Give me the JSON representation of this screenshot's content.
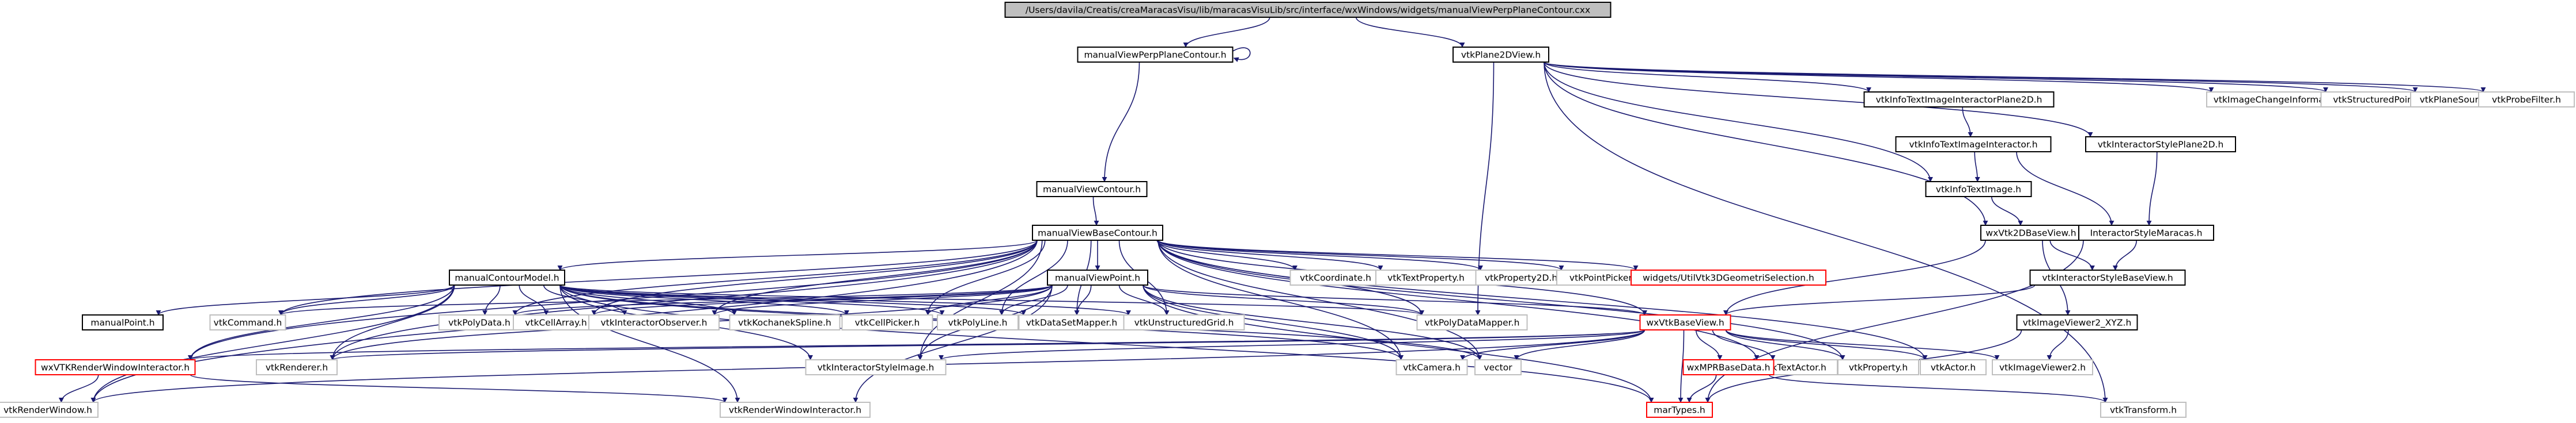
{
  "colors": {
    "edge": "#191970",
    "root_fill": "#bfbfbf",
    "root_stroke": "#000000",
    "node_stroke": "#000000",
    "external_stroke": "#bfbfbf",
    "missing_stroke": "#ff0000",
    "text": "#000000"
  },
  "nodes": [
    {
      "id": "root",
      "label": "/Users/davila/Creatis/creaMaracasVisu/lib/maracasVisuLib/src/interface/wxWindows/widgets/manualViewPerpPlaneContour.cxx",
      "kind": "root"
    },
    {
      "id": "mvppc",
      "label": "manualViewPerpPlaneContour.h",
      "kind": "doc"
    },
    {
      "id": "vtkPlane2DView",
      "label": "vtkPlane2DView.h",
      "kind": "doc"
    },
    {
      "id": "manualViewContour",
      "label": "manualViewContour.h",
      "kind": "doc"
    },
    {
      "id": "manualViewBaseContour",
      "label": "manualViewBaseContour.h",
      "kind": "doc"
    },
    {
      "id": "manualContourModel",
      "label": "manualContourModel.h",
      "kind": "doc"
    },
    {
      "id": "manualViewPoint",
      "label": "manualViewPoint.h",
      "kind": "doc"
    },
    {
      "id": "manualPoint",
      "label": "manualPoint.h",
      "kind": "doc"
    },
    {
      "id": "wxVTKRWI",
      "label": "wxVTKRenderWindowInteractor.h",
      "kind": "missing"
    },
    {
      "id": "vtkRenderWindow",
      "label": "vtkRenderWindow.h",
      "kind": "external"
    },
    {
      "id": "vtkCommand",
      "label": "vtkCommand.h",
      "kind": "external"
    },
    {
      "id": "vtkPolyData",
      "label": "vtkPolyData.h",
      "kind": "external"
    },
    {
      "id": "vtkCellArray",
      "label": "vtkCellArray.h",
      "kind": "external"
    },
    {
      "id": "vtkInteractorObserver",
      "label": "vtkInteractorObserver.h",
      "kind": "external"
    },
    {
      "id": "vtkKochanekSpline",
      "label": "vtkKochanekSpline.h",
      "kind": "external"
    },
    {
      "id": "vtkCellPicker",
      "label": "vtkCellPicker.h",
      "kind": "external"
    },
    {
      "id": "vtkPolyLine",
      "label": "vtkPolyLine.h",
      "kind": "external"
    },
    {
      "id": "vtkDataSetMapper",
      "label": "vtkDataSetMapper.h",
      "kind": "external"
    },
    {
      "id": "vtkUnstructuredGrid",
      "label": "vtkUnstructuredGrid.h",
      "kind": "external"
    },
    {
      "id": "vtkCoordinate",
      "label": "vtkCoordinate.h",
      "kind": "external"
    },
    {
      "id": "vtkTextProperty",
      "label": "vtkTextProperty.h",
      "kind": "external"
    },
    {
      "id": "vtkProperty2D",
      "label": "vtkProperty2D.h",
      "kind": "external"
    },
    {
      "id": "vtkPointPicker",
      "label": "vtkPointPicker.h",
      "kind": "external"
    },
    {
      "id": "widgetsUtil",
      "label": "widgets/UtilVtk3DGeometriSelection.h",
      "kind": "missing"
    },
    {
      "id": "vtkPolyDataMapper",
      "label": "vtkPolyDataMapper.h",
      "kind": "external"
    },
    {
      "id": "wxVtkBaseView",
      "label": "wxVtkBaseView.h",
      "kind": "missing"
    },
    {
      "id": "vtkRenderer",
      "label": "vtkRenderer.h",
      "kind": "external"
    },
    {
      "id": "vtkInteractorStyleImage",
      "label": "vtkInteractorStyleImage.h",
      "kind": "external"
    },
    {
      "id": "vtkCamera",
      "label": "vtkCamera.h",
      "kind": "external"
    },
    {
      "id": "vector",
      "label": "vector",
      "kind": "external"
    },
    {
      "id": "vtkTextActor",
      "label": "vtkTextActor.h",
      "kind": "external"
    },
    {
      "id": "vtkProperty",
      "label": "vtkProperty.h",
      "kind": "external"
    },
    {
      "id": "vtkActor",
      "label": "vtkActor.h",
      "kind": "external"
    },
    {
      "id": "vtkImageViewer2",
      "label": "vtkImageViewer2.h",
      "kind": "external"
    },
    {
      "id": "wxMPRBaseData",
      "label": "wxMPRBaseData.h",
      "kind": "missing"
    },
    {
      "id": "marTypes",
      "label": "marTypes.h",
      "kind": "missing"
    },
    {
      "id": "vtkRenderWindowInteractor",
      "label": "vtkRenderWindowInteractor.h",
      "kind": "external"
    },
    {
      "id": "vtkInfoTextImageInteractorPlane2D",
      "label": "vtkInfoTextImageInteractorPlane2D.h",
      "kind": "doc"
    },
    {
      "id": "vtkInfoTextImageInteractor",
      "label": "vtkInfoTextImageInteractor.h",
      "kind": "doc"
    },
    {
      "id": "vtkInfoTextImage",
      "label": "vtkInfoTextImage.h",
      "kind": "doc"
    },
    {
      "id": "wxVtk2DBaseView",
      "label": "wxVtk2DBaseView.h",
      "kind": "doc"
    },
    {
      "id": "vtkInteractorStyleBaseView",
      "label": "vtkInteractorStyleBaseView.h",
      "kind": "doc"
    },
    {
      "id": "vtkImageViewer2_XYZ",
      "label": "vtkImageViewer2_XYZ.h",
      "kind": "doc"
    },
    {
      "id": "InteractorStyleMaracas",
      "label": "InteractorStyleMaracas.h",
      "kind": "doc"
    },
    {
      "id": "vtkInteractorStylePlane2D",
      "label": "vtkInteractorStylePlane2D.h",
      "kind": "doc"
    },
    {
      "id": "vtkImageChangeInformation",
      "label": "vtkImageChangeInformation.h",
      "kind": "external"
    },
    {
      "id": "vtkStructuredPoints",
      "label": "vtkStructuredPoints.h",
      "kind": "external"
    },
    {
      "id": "vtkPlaneSource",
      "label": "vtkPlaneSource.h",
      "kind": "external"
    },
    {
      "id": "vtkProbeFilter",
      "label": "vtkProbeFilter.h",
      "kind": "external"
    },
    {
      "id": "vtkTransform",
      "label": "vtkTransform.h",
      "kind": "external"
    }
  ],
  "edges": [
    [
      "root",
      "mvppc"
    ],
    [
      "root",
      "vtkPlane2DView"
    ],
    [
      "mvppc",
      "mvppc"
    ],
    [
      "mvppc",
      "manualViewContour"
    ],
    [
      "manualViewContour",
      "manualViewBaseContour"
    ],
    [
      "manualViewBaseContour",
      "manualContourModel"
    ],
    [
      "manualViewBaseContour",
      "manualViewPoint"
    ],
    [
      "manualViewBaseContour",
      "vtkCoordinate"
    ],
    [
      "manualViewBaseContour",
      "vtkTextProperty"
    ],
    [
      "manualViewBaseContour",
      "vtkProperty2D"
    ],
    [
      "manualViewBaseContour",
      "vtkPointPicker"
    ],
    [
      "manualViewBaseContour",
      "widgetsUtil"
    ],
    [
      "manualViewBaseContour",
      "wxVtkBaseView"
    ],
    [
      "manualViewBaseContour",
      "vtkPolyData"
    ],
    [
      "manualViewBaseContour",
      "vtkCellArray"
    ],
    [
      "manualViewBaseContour",
      "vtkInteractorObserver"
    ],
    [
      "manualViewBaseContour",
      "vtkCellPicker"
    ],
    [
      "manualViewBaseContour",
      "vtkPolyLine"
    ],
    [
      "manualViewBaseContour",
      "vtkDataSetMapper"
    ],
    [
      "manualViewBaseContour",
      "vtkUnstructuredGrid"
    ],
    [
      "manualViewBaseContour",
      "vtkPolyDataMapper"
    ],
    [
      "manualViewBaseContour",
      "vtkRenderer"
    ],
    [
      "manualViewBaseContour",
      "vtkRenderWindow"
    ],
    [
      "manualViewBaseContour",
      "wxVTKRWI"
    ],
    [
      "manualViewBaseContour",
      "vtkCommand"
    ],
    [
      "manualViewBaseContour",
      "vtkTextActor"
    ],
    [
      "manualViewBaseContour",
      "vtkProperty"
    ],
    [
      "manualViewBaseContour",
      "vtkActor"
    ],
    [
      "manualViewBaseContour",
      "vtkCamera"
    ],
    [
      "manualViewBaseContour",
      "vector"
    ],
    [
      "manualViewBaseContour",
      "vtkInteractorStyleImage"
    ],
    [
      "manualContourModel",
      "manualPoint"
    ],
    [
      "manualContourModel",
      "wxVTKRWI"
    ],
    [
      "manualContourModel",
      "vtkRenderWindow"
    ],
    [
      "manualContourModel",
      "vtkCommand"
    ],
    [
      "manualContourModel",
      "vtkPolyData"
    ],
    [
      "manualContourModel",
      "vtkCellArray"
    ],
    [
      "manualContourModel",
      "vtkInteractorObserver"
    ],
    [
      "manualContourModel",
      "vtkKochanekSpline"
    ],
    [
      "manualContourModel",
      "vtkCellPicker"
    ],
    [
      "manualContourModel",
      "vtkPolyLine"
    ],
    [
      "manualContourModel",
      "vtkDataSetMapper"
    ],
    [
      "manualContourModel",
      "vtkUnstructuredGrid"
    ],
    [
      "manualContourModel",
      "vtkPolyDataMapper"
    ],
    [
      "manualContourModel",
      "vtkRenderer"
    ],
    [
      "manualContourModel",
      "vtkInteractorStyleImage"
    ],
    [
      "manualContourModel",
      "vtkCamera"
    ],
    [
      "manualContourModel",
      "vector"
    ],
    [
      "manualContourModel",
      "vtkRenderWindowInteractor"
    ],
    [
      "manualContourModel",
      "marTypes"
    ],
    [
      "manualViewPoint",
      "vtkCommand"
    ],
    [
      "manualViewPoint",
      "vtkPolyData"
    ],
    [
      "manualViewPoint",
      "vtkCellArray"
    ],
    [
      "manualViewPoint",
      "vtkInteractorObserver"
    ],
    [
      "manualViewPoint",
      "vtkCellPicker"
    ],
    [
      "manualViewPoint",
      "vtkPolyLine"
    ],
    [
      "manualViewPoint",
      "vtkDataSetMapper"
    ],
    [
      "manualViewPoint",
      "vtkUnstructuredGrid"
    ],
    [
      "manualViewPoint",
      "vtkPolyDataMapper"
    ],
    [
      "manualViewPoint",
      "wxVtkBaseView"
    ],
    [
      "manualViewPoint",
      "vtkRenderer"
    ],
    [
      "manualViewPoint",
      "vtkInteractorStyleImage"
    ],
    [
      "manualViewPoint",
      "vtkCamera"
    ],
    [
      "manualViewPoint",
      "vector"
    ],
    [
      "manualViewPoint",
      "vtkRenderWindowInteractor"
    ],
    [
      "manualViewPoint",
      "marTypes"
    ],
    [
      "wxVTKRWI",
      "vtkRenderWindow"
    ],
    [
      "wxVTKRWI",
      "vtkRenderWindowInteractor"
    ],
    [
      "wxVtkBaseView",
      "vtkRenderer"
    ],
    [
      "wxVtkBaseView",
      "vtkInteractorStyleImage"
    ],
    [
      "wxVtkBaseView",
      "vtkCamera"
    ],
    [
      "wxVtkBaseView",
      "vector"
    ],
    [
      "wxVtkBaseView",
      "vtkTextActor"
    ],
    [
      "wxVtkBaseView",
      "vtkProperty"
    ],
    [
      "wxVtkBaseView",
      "vtkActor"
    ],
    [
      "wxVtkBaseView",
      "vtkImageViewer2"
    ],
    [
      "wxVtkBaseView",
      "wxMPRBaseData"
    ],
    [
      "wxVtkBaseView",
      "marTypes"
    ],
    [
      "wxVtkBaseView",
      "vtkRenderWindow"
    ],
    [
      "wxVtkBaseView",
      "wxVTKRWI"
    ],
    [
      "wxMPRBaseData",
      "marTypes"
    ],
    [
      "wxMPRBaseData",
      "vtkTransform"
    ],
    [
      "vtkPlane2DView",
      "vtkInfoTextImageInteractorPlane2D"
    ],
    [
      "vtkPlane2DView",
      "vtkImageChangeInformation"
    ],
    [
      "vtkPlane2DView",
      "vtkStructuredPoints"
    ],
    [
      "vtkPlane2DView",
      "vtkPlaneSource"
    ],
    [
      "vtkPlane2DView",
      "vtkProbeFilter"
    ],
    [
      "vtkPlane2DView",
      "vtkInteractorStylePlane2D"
    ],
    [
      "vtkPlane2DView",
      "wxVtk2DBaseView"
    ],
    [
      "vtkPlane2DView",
      "vtkInfoTextImage"
    ],
    [
      "vtkPlane2DView",
      "vtkPolyDataMapper"
    ],
    [
      "vtkPlane2DView",
      "vtkTransform"
    ],
    [
      "vtkInfoTextImageInteractorPlane2D",
      "vtkInfoTextImageInteractor"
    ],
    [
      "vtkInfoTextImageInteractor",
      "vtkInfoTextImage"
    ],
    [
      "vtkInfoTextImageInteractor",
      "InteractorStyleMaracas"
    ],
    [
      "vtkInfoTextImage",
      "wxVtk2DBaseView"
    ],
    [
      "vtkInteractorStylePlane2D",
      "InteractorStyleMaracas"
    ],
    [
      "wxVtk2DBaseView",
      "vtkInteractorStyleBaseView"
    ],
    [
      "wxVtk2DBaseView",
      "vtkImageViewer2_XYZ"
    ],
    [
      "wxVtk2DBaseView",
      "wxVtkBaseView"
    ],
    [
      "InteractorStyleMaracas",
      "vtkInteractorStyleBaseView"
    ],
    [
      "InteractorStyleMaracas",
      "marTypes"
    ],
    [
      "vtkInteractorStyleBaseView",
      "wxVtkBaseView"
    ],
    [
      "vtkImageViewer2_XYZ",
      "vtkImageViewer2"
    ],
    [
      "vtkImageViewer2_XYZ",
      "marTypes"
    ]
  ]
}
